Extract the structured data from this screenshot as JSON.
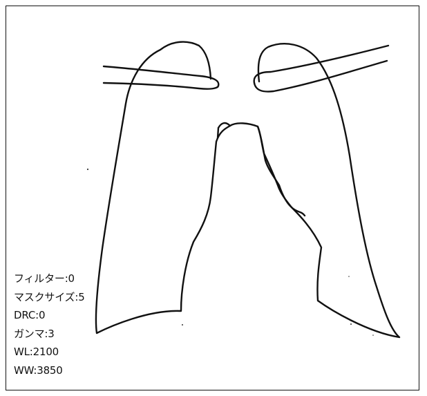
{
  "image_parameters": [
    {
      "label": "フィルター",
      "value": "0"
    },
    {
      "label": "マスクサイズ",
      "value": "5"
    },
    {
      "label": "DRC",
      "value": "0"
    },
    {
      "label": "ガンマ",
      "value": "3"
    },
    {
      "label": "WL",
      "value": "2100"
    },
    {
      "label": "WW",
      "value": "3850"
    }
  ],
  "lines": [
    "フィルター:0",
    "マスクサイズ:5",
    "DRC:0",
    "ガンマ:3",
    "WL:2100",
    "WW:3850"
  ],
  "colors": {
    "stroke": "#111111",
    "background": "#ffffff"
  }
}
